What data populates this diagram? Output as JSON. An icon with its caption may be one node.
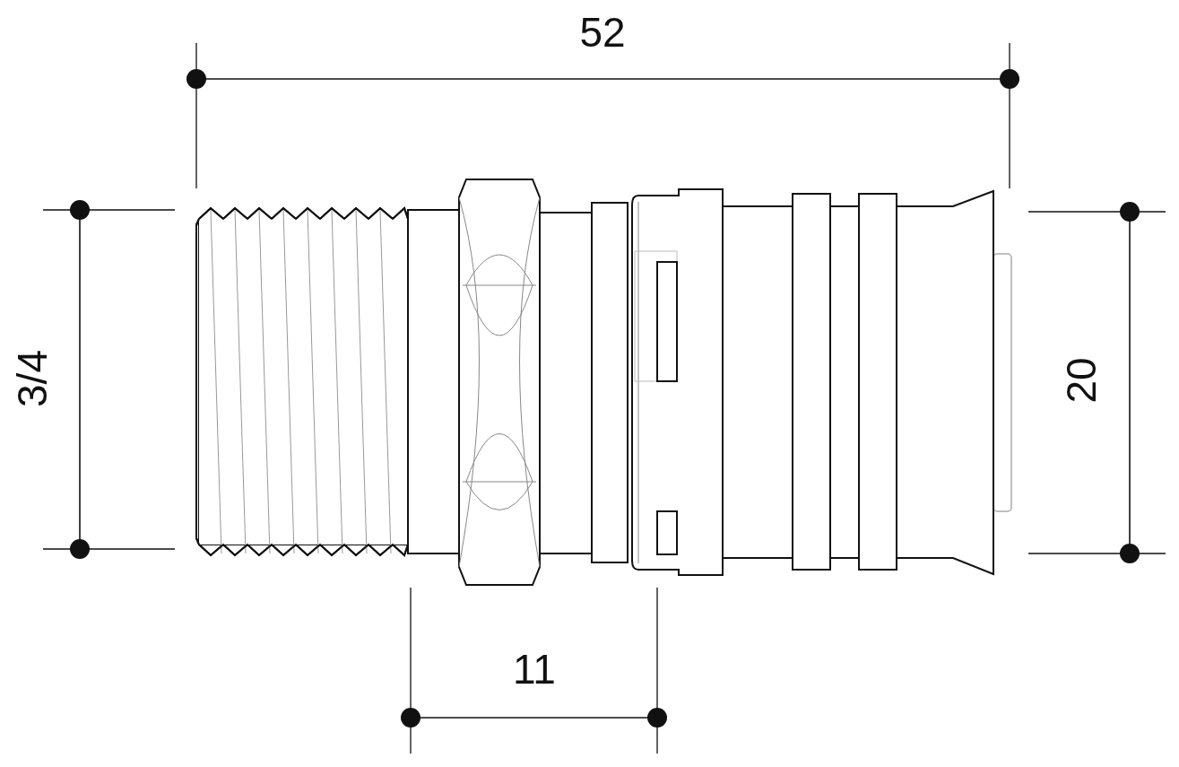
{
  "diagram": {
    "labels": [
      "52",
      "3/4",
      "20",
      "11"
    ]
  }
}
